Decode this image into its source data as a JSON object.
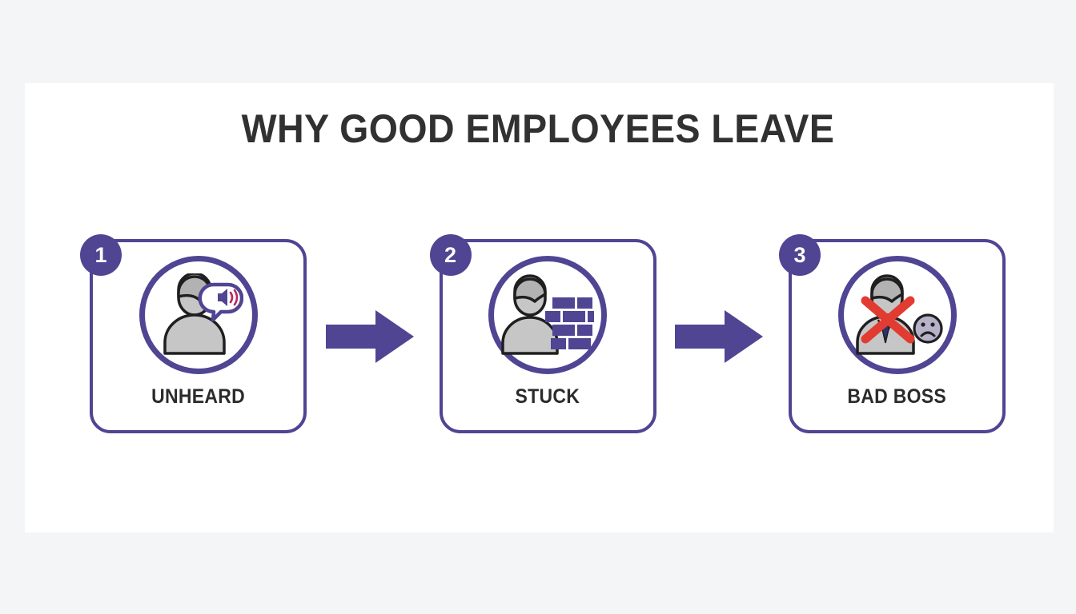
{
  "canvas": {
    "background_color": "#f4f5f6",
    "panel_color": "#ffffff",
    "accent_color": "#4f4593",
    "title_color": "#313131",
    "danger_color": "#e23b32"
  },
  "title": "WHY GOOD EMPLOYEES LEAVE",
  "flow": {
    "steps": [
      {
        "number": "1",
        "label": "UNHEARD",
        "icon": "person-speech-bubble-icon"
      },
      {
        "number": "2",
        "label": "STUCK",
        "icon": "person-brick-wall-icon"
      },
      {
        "number": "3",
        "label": "BAD BOSS",
        "icon": "manager-red-x-sad-face-icon"
      }
    ],
    "connectors": [
      {
        "icon": "arrow-right-icon"
      },
      {
        "icon": "arrow-right-icon"
      }
    ]
  }
}
